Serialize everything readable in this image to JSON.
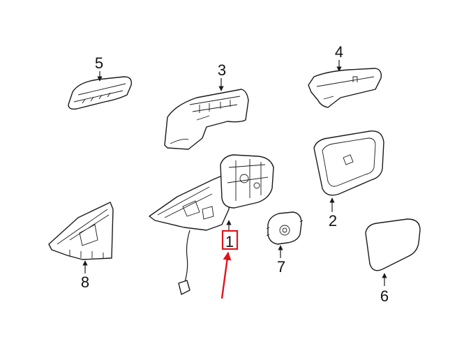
{
  "callouts": [
    {
      "label": "1"
    },
    {
      "label": "2"
    },
    {
      "label": "3"
    },
    {
      "label": "4"
    },
    {
      "label": "5"
    },
    {
      "label": "6"
    },
    {
      "label": "7"
    },
    {
      "label": "8"
    }
  ],
  "highlight": {
    "target": "1",
    "color": "#e0141c"
  }
}
